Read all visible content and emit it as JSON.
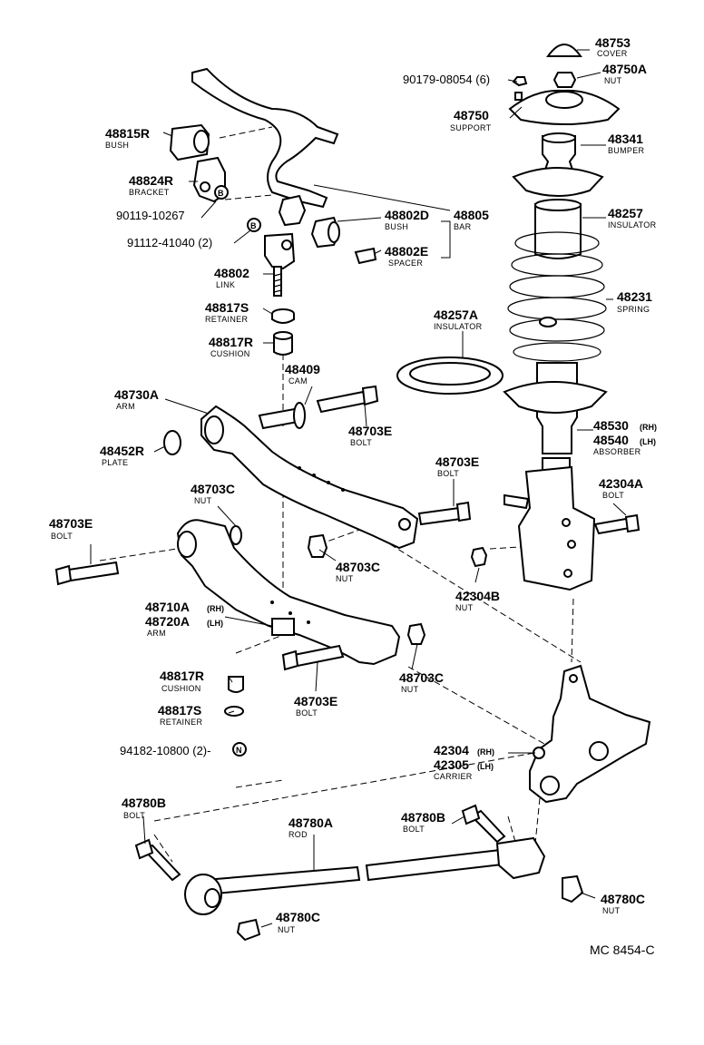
{
  "diagram_code": "MC 8454-C",
  "labels": {
    "p48753": {
      "number": "48753",
      "desc": "COVER"
    },
    "p48750A": {
      "number": "48750A",
      "desc": "NUT"
    },
    "p9017908054": {
      "number": "90179-08054 (6)"
    },
    "p48750": {
      "number": "48750",
      "desc": "SUPPORT"
    },
    "p48341": {
      "number": "48341",
      "desc": "BUMPER"
    },
    "p48257": {
      "number": "48257",
      "desc": "INSULATOR"
    },
    "p48231": {
      "number": "48231",
      "desc": "SPRING"
    },
    "p48257A": {
      "number": "48257A",
      "desc": "INSULATOR"
    },
    "p48530": {
      "number": "48530",
      "suffix": "(RH)"
    },
    "p48540": {
      "number": "48540",
      "suffix": "(LH)",
      "desc": "ABSORBER"
    },
    "p42304A": {
      "number": "42304A",
      "desc": "BOLT"
    },
    "p42304B": {
      "number": "42304B",
      "desc": "NUT"
    },
    "p48815R": {
      "number": "48815R",
      "desc": "BUSH"
    },
    "p48824R": {
      "number": "48824R",
      "desc": "BRACKET"
    },
    "p9011910267": {
      "number": "90119-10267"
    },
    "p9111241040": {
      "number": "91112-41040 (2)"
    },
    "p48802D": {
      "number": "48802D",
      "desc": "BUSH"
    },
    "p48805": {
      "number": "48805",
      "desc": "BAR"
    },
    "p48802E": {
      "number": "48802E",
      "desc": "SPACER"
    },
    "p48802": {
      "number": "48802",
      "desc": "LINK"
    },
    "p48817S_top": {
      "number": "48817S",
      "desc": "RETAINER"
    },
    "p48817R_top": {
      "number": "48817R",
      "desc": "CUSHION"
    },
    "p48409": {
      "number": "48409",
      "desc": "CAM"
    },
    "p48730A": {
      "number": "48730A",
      "desc": "ARM"
    },
    "p48703E_upper": {
      "number": "48703E",
      "desc": "BOLT"
    },
    "p48452R": {
      "number": "48452R",
      "desc": "PLATE"
    },
    "p48703E_right": {
      "number": "48703E",
      "desc": "BOLT"
    },
    "p48703C_upper": {
      "number": "48703C",
      "desc": "NUT"
    },
    "p48703E_left": {
      "number": "48703E",
      "desc": "BOLT"
    },
    "p48703C_mid": {
      "number": "48703C",
      "desc": "NUT"
    },
    "p48710A": {
      "number": "48710A",
      "suffix": "(RH)"
    },
    "p48720A": {
      "number": "48720A",
      "suffix": "(LH)",
      "desc": "ARM"
    },
    "p48817R_bot": {
      "number": "48817R",
      "desc": "CUSHION"
    },
    "p48703E_bot": {
      "number": "48703E",
      "desc": "BOLT"
    },
    "p48703C_bot": {
      "number": "48703C",
      "desc": "NUT"
    },
    "p48817S_bot": {
      "number": "48817S",
      "desc": "RETAINER"
    },
    "p9418210800": {
      "number": "94182-10800 (2)-"
    },
    "p42304": {
      "number": "42304",
      "suffix": "(RH)"
    },
    "p42305": {
      "number": "42305",
      "suffix": "(LH)",
      "desc": "CARRIER"
    },
    "p48780B_left": {
      "number": "48780B",
      "desc": "BOLT"
    },
    "p48780A": {
      "number": "48780A",
      "desc": "ROD"
    },
    "p48780B_right": {
      "number": "48780B",
      "desc": "BOLT"
    },
    "p48780C_right": {
      "number": "48780C",
      "desc": "NUT"
    },
    "p48780C_left": {
      "number": "48780C",
      "desc": "NUT"
    }
  },
  "markers": {
    "b": "B",
    "n": "N"
  }
}
